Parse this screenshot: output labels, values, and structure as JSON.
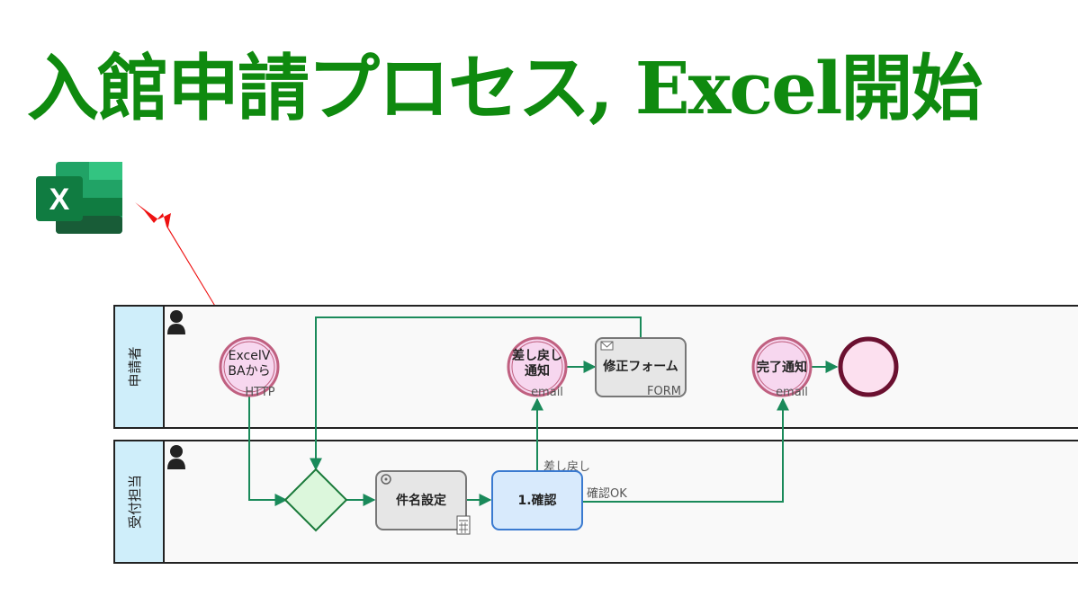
{
  "title": "入館申請プロセス, Excel開始",
  "colors": {
    "title": "#0f8a0f",
    "flow": "#1a8a5a",
    "lane_header": "#cfeefa",
    "event_fill": "#f7d7ef",
    "event_stroke": "#c06080",
    "end_stroke": "#6b1030",
    "task_fill": "#e6e6e6",
    "task_blue": "#d8eafc",
    "gateway_fill": "#dcf7dc",
    "arrow_red": "#ee1111"
  },
  "excel_icon": {
    "letter": "X"
  },
  "lanes": [
    {
      "name": "申請者"
    },
    {
      "name": "受付担当"
    }
  ],
  "nodes": {
    "start_event": {
      "line1": "ExcelV",
      "line2": "BAから",
      "sub": "HTTP"
    },
    "sendback_event": {
      "line1": "差し戻し",
      "line2": "通知",
      "sub": "email"
    },
    "fix_form_task": {
      "label": "修正フォーム",
      "sub": "FORM"
    },
    "complete_event": {
      "label": "完了通知",
      "sub": "email"
    },
    "name_setting_task": {
      "label": "件名設定"
    },
    "confirm_task": {
      "label": "1.確認"
    }
  },
  "flow_labels": {
    "sendback": "差し戻し",
    "confirm_ok": "確認OK"
  }
}
